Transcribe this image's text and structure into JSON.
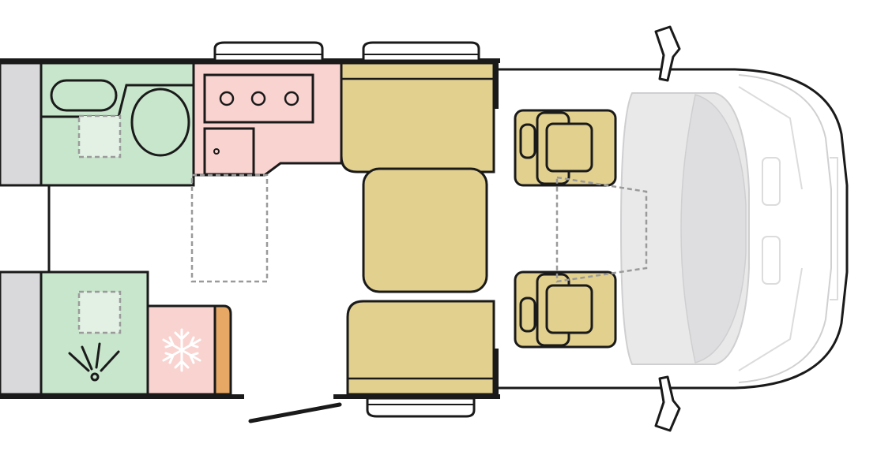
{
  "floorplan": {
    "colors": {
      "wall": "#1a1a1a",
      "background": "#ffffff",
      "bathroom": "#c8e6cc",
      "shower_tray": "#e3f0e4",
      "kitchen": "#f9d3d0",
      "fridge": "#f9d3d0",
      "fridge_side": "#e7a866",
      "seating": "#e2d08f",
      "wardrobe": "#d9d9dc",
      "cab_glass": "#e9e9ea",
      "cab_outline": "#d0d0d2",
      "dashed_outline": "#9a9a9a"
    },
    "zones": [
      {
        "name": "wardrobe-rear-left"
      },
      {
        "name": "wardrobe-rear-right"
      },
      {
        "name": "bathroom-toilet-area"
      },
      {
        "name": "shower-area"
      },
      {
        "name": "kitchen-block"
      },
      {
        "name": "fridge"
      },
      {
        "name": "dinette-seating"
      },
      {
        "name": "driver-cab"
      }
    ],
    "icons": [
      {
        "name": "toilet-icon"
      },
      {
        "name": "washbasin-icon"
      },
      {
        "name": "hob-burner-icon"
      },
      {
        "name": "sink-icon"
      },
      {
        "name": "shower-head-icon"
      },
      {
        "name": "snowflake-icon"
      },
      {
        "name": "swivel-seat-icon"
      },
      {
        "name": "entry-door-icon"
      },
      {
        "name": "mirror-icon"
      }
    ]
  }
}
